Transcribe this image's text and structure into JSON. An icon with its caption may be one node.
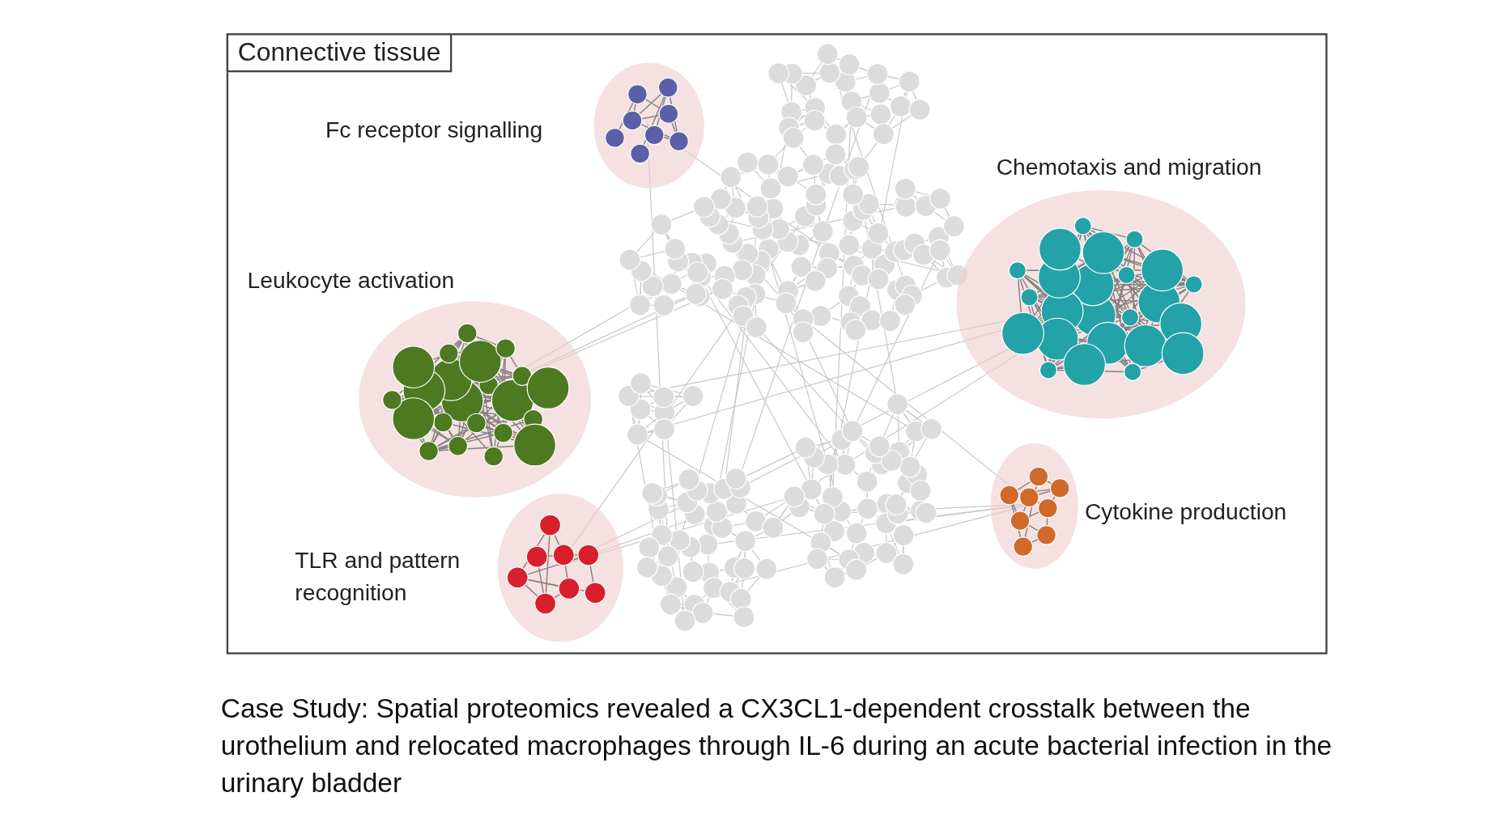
{
  "diagram": {
    "caption": "Case Study: Spatial proteomics revealed a CX3CL1-dependent crosstalk between the urothelium and relocated macrophages through IL-6 during an acute bacterial infection in the urinary bladder",
    "nodes": [
      {
        "text": [
          "Connective tissue"
        ]
      },
      {
        "text": [
          "Fc receptor signalling"
        ],
        "in": 0
      },
      {
        "text": [
          "Chemotaxis and migration"
        ],
        "in": 0
      },
      {
        "text": [
          "Leukocyte activation"
        ],
        "in": 0
      },
      {
        "text": [
          "Cytokine production"
        ],
        "in": 0
      },
      {
        "text": [
          "TLR and pattern recognition"
        ],
        "in": 0
      }
    ]
  }
}
